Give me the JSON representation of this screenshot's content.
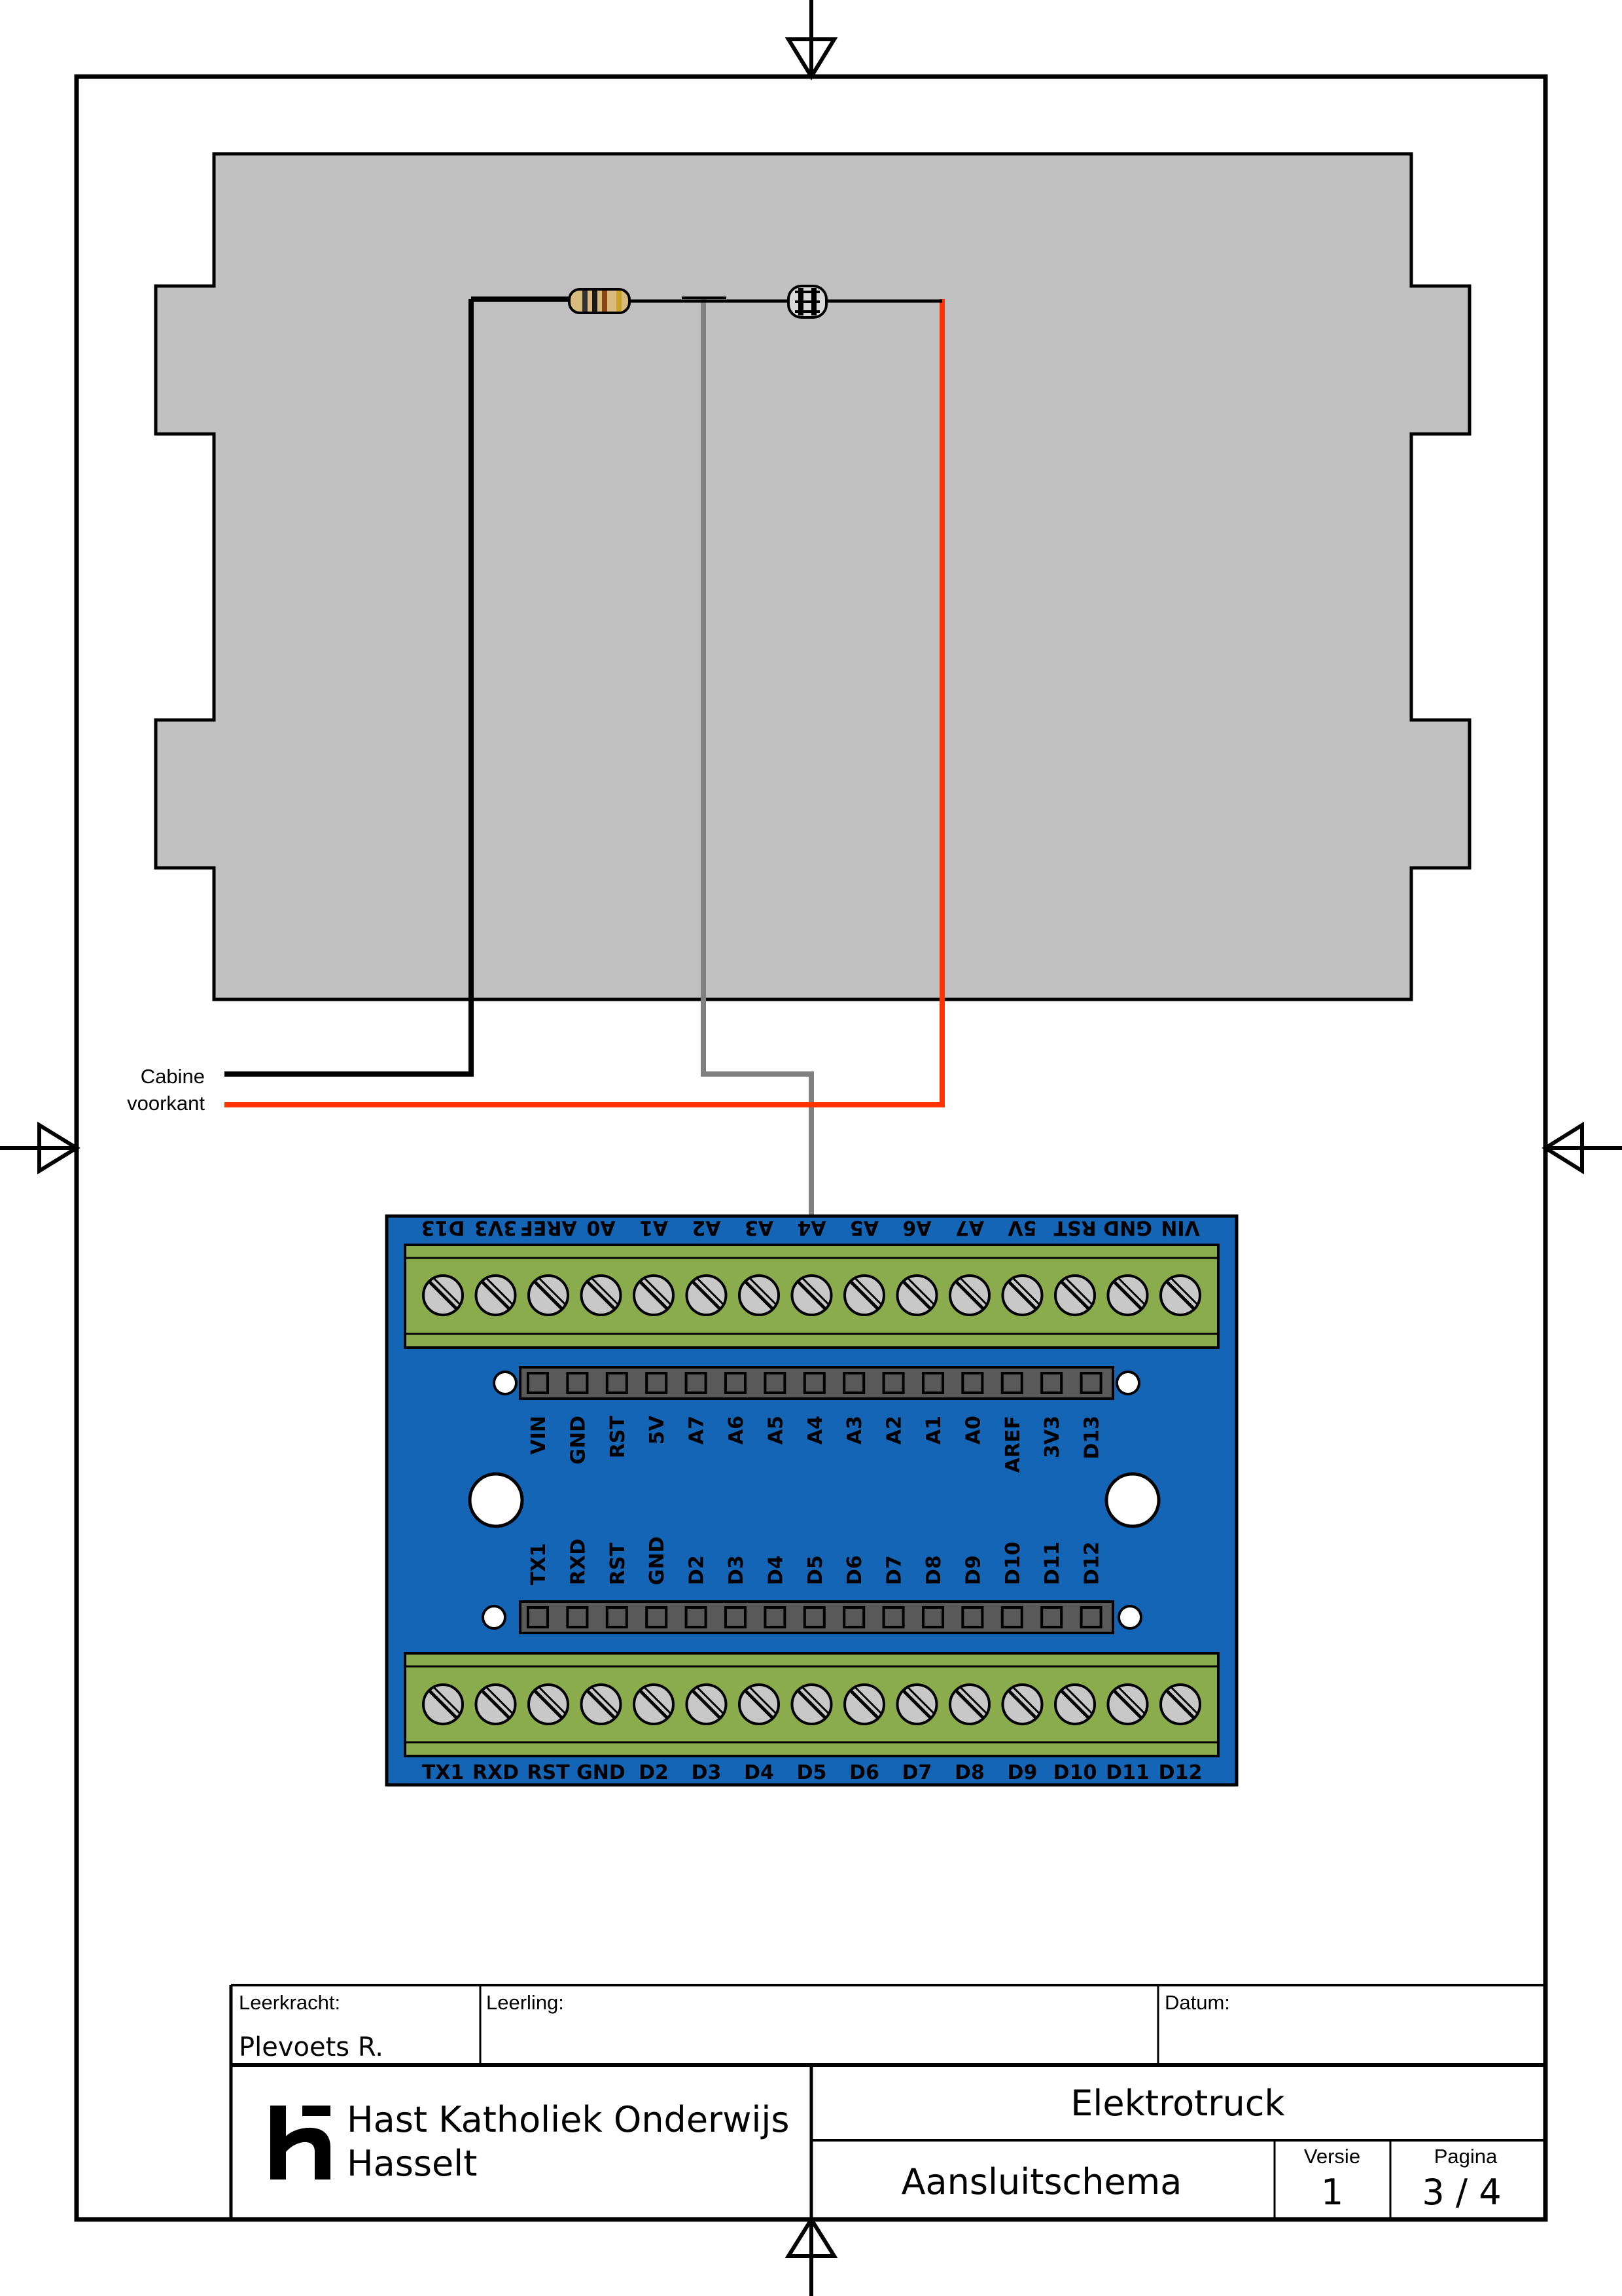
{
  "wiring": {
    "cable_label_line1": "Cabine",
    "cable_label_line2": "voorkant",
    "wire_colors": {
      "ground": "#000000",
      "signal": "#808080",
      "power": "#ff3300"
    }
  },
  "terminal_board": {
    "top_terminals": [
      "D13",
      "3V3",
      "AREF",
      "A0",
      "A1",
      "A2",
      "A3",
      "A4",
      "A5",
      "A6",
      "A7",
      "5V",
      "RST",
      "GND",
      "VIN"
    ],
    "top_header": [
      "VIN",
      "GND",
      "RST",
      "5V",
      "A7",
      "A6",
      "A5",
      "A4",
      "A3",
      "A2",
      "A1",
      "A0",
      "AREF",
      "3V3",
      "D13"
    ],
    "bottom_header": [
      "TX1",
      "RXD",
      "RST",
      "GND",
      "D2",
      "D3",
      "D4",
      "D5",
      "D6",
      "D7",
      "D8",
      "D9",
      "D10",
      "D11",
      "D12"
    ],
    "bottom_terminals": [
      "TX1",
      "RXD",
      "RST",
      "GND",
      "D2",
      "D3",
      "D4",
      "D5",
      "D6",
      "D7",
      "D8",
      "D9",
      "D10",
      "D11",
      "D12"
    ],
    "colors": {
      "board": "#1565b6",
      "terminal": "#8bac4c",
      "header": "#595959"
    }
  },
  "enclosure": {
    "color": "#c0c0c0"
  },
  "title_block": {
    "teacher_label": "Leerkracht:",
    "teacher_value": "Plevoets R.",
    "student_label": "Leerling:",
    "student_value": "",
    "date_label": "Datum:",
    "date_value": "",
    "school_line1": "Hast Katholiek Onderwijs",
    "school_line2": "Hasselt",
    "project": "Elektrotruck",
    "drawing": "Aansluitschema",
    "version_label": "Versie",
    "version_value": "1",
    "page_label": "Pagina",
    "page_value": "3 / 4"
  }
}
